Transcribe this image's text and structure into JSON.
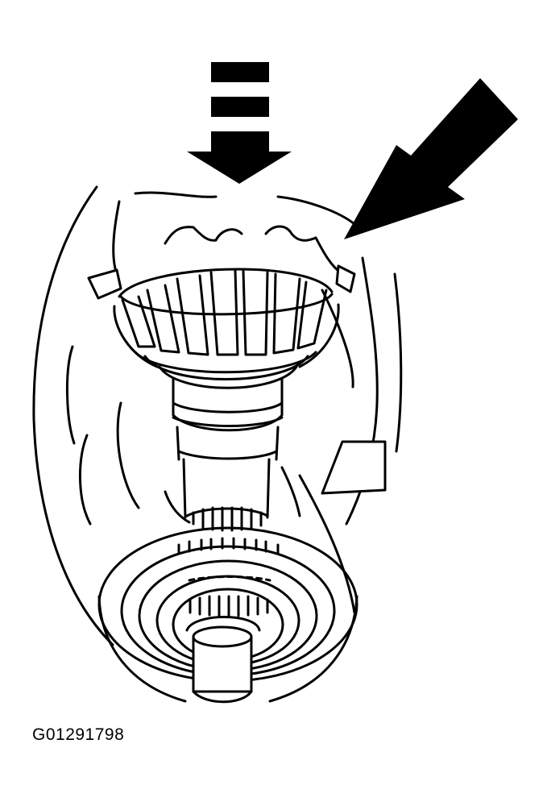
{
  "figure": {
    "code": "G01291798"
  },
  "colors": {
    "ink": "#000000",
    "paper": "#ffffff"
  },
  "icons": {
    "press_direction": "dashed-down-arrow",
    "pointer": "diagonal-pointer-arrow"
  }
}
